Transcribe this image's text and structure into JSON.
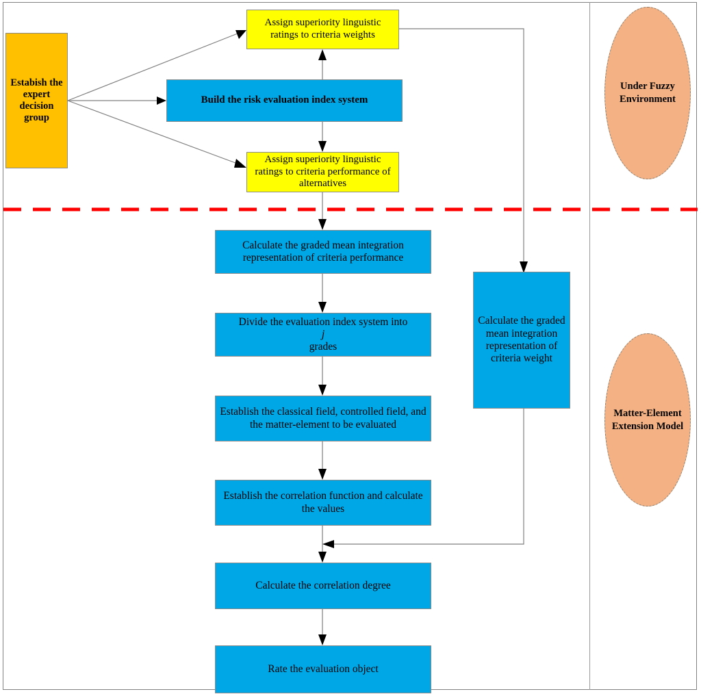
{
  "diagram": {
    "title": "Fuzzy Matter-Element Extension Risk Evaluation Flowchart",
    "colors": {
      "orange": "#FFC000",
      "yellow": "#FFFF00",
      "blue": "#00A7E7",
      "peach": "#F4B183",
      "divider_red": "#FF0000",
      "connector_gray": "#7F7F7F"
    },
    "phases": [
      {
        "id": "phase-fuzzy",
        "label": "Under Fuzzy Environment"
      },
      {
        "id": "phase-matter",
        "label": "Matter-Element Extension Model"
      }
    ],
    "nodes": [
      {
        "id": "establish-expert-group",
        "label": "Estabish the expert decision group",
        "fill": "orange",
        "bold": true
      },
      {
        "id": "assign-ratings-weights",
        "label": "Assign superiority linguistic ratings to criteria weights",
        "fill": "yellow",
        "bold": false
      },
      {
        "id": "build-index-system",
        "label": "Build the risk evaluation index system",
        "fill": "blue",
        "bold": true
      },
      {
        "id": "assign-ratings-performance",
        "label": "Assign superiority linguistic ratings  to criteria performance of alternatives",
        "fill": "yellow",
        "bold": false
      },
      {
        "id": "gmir-performance",
        "label": "Calculate the  graded mean integration representation  of criteria performance",
        "fill": "blue",
        "bold": false
      },
      {
        "id": "divide-grades",
        "label_pre": "Divide the evaluation index system into ",
        "label_italic": "j",
        "label_post": " grades",
        "fill": "blue",
        "bold": false
      },
      {
        "id": "classical-field",
        "label": "Establish the classical field, controlled field, and the matter-element to be evaluated",
        "fill": "blue",
        "bold": false
      },
      {
        "id": "correlation-function",
        "label": "Establish the correlation function and calculate the values",
        "fill": "blue",
        "bold": false
      },
      {
        "id": "correlation-degree",
        "label": "Calculate the correlation degree",
        "fill": "blue",
        "bold": false
      },
      {
        "id": "rate-object",
        "label": "Rate the evaluation object",
        "fill": "blue",
        "bold": false
      },
      {
        "id": "gmir-weight",
        "label": "Calculate the graded mean integration representation  of criteria weight",
        "fill": "blue",
        "bold": false
      }
    ],
    "edges": [
      {
        "from": "establish-expert-group",
        "to": "assign-ratings-weights"
      },
      {
        "from": "establish-expert-group",
        "to": "build-index-system"
      },
      {
        "from": "establish-expert-group",
        "to": "assign-ratings-performance"
      },
      {
        "from": "build-index-system",
        "to": "assign-ratings-weights"
      },
      {
        "from": "build-index-system",
        "to": "assign-ratings-performance"
      },
      {
        "from": "assign-ratings-performance",
        "to": "gmir-performance"
      },
      {
        "from": "gmir-performance",
        "to": "divide-grades"
      },
      {
        "from": "divide-grades",
        "to": "classical-field"
      },
      {
        "from": "classical-field",
        "to": "correlation-function"
      },
      {
        "from": "correlation-function",
        "to": "correlation-degree"
      },
      {
        "from": "correlation-degree",
        "to": "rate-object"
      },
      {
        "from": "assign-ratings-weights",
        "to": "gmir-weight"
      },
      {
        "from": "gmir-weight",
        "to": "correlation-degree"
      }
    ],
    "divider": {
      "style": "dashed",
      "color": "#FF0000",
      "separates": [
        "Under Fuzzy Environment",
        "Matter-Element Extension Model"
      ]
    }
  }
}
